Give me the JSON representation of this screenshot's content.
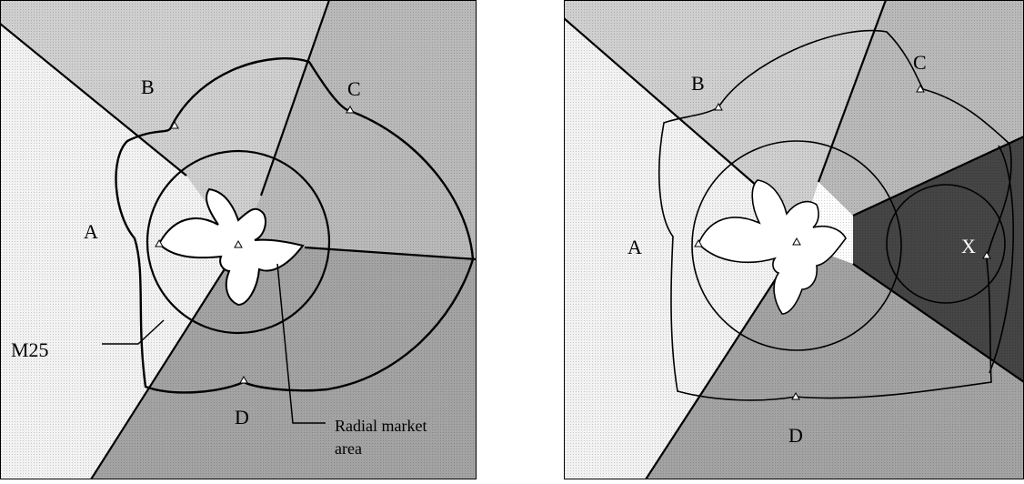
{
  "colors": {
    "region_a": "#f2f2f2",
    "region_b": "#cfcfcf",
    "region_c": "#b9b9b9",
    "region_d": "#a3a3a3",
    "region_x": "#454545",
    "inner_area": "#ffffff",
    "stroke": "#000000"
  },
  "left_panel": {
    "labels": {
      "a": "A",
      "b": "B",
      "c": "C",
      "d": "D",
      "m25": "M25",
      "radial_line1": "Radial market",
      "radial_line2": "area"
    }
  },
  "right_panel": {
    "labels": {
      "a": "A",
      "b": "B",
      "c": "C",
      "d": "D",
      "x": "X"
    }
  },
  "markers": {
    "shape": "triangle-icon"
  }
}
